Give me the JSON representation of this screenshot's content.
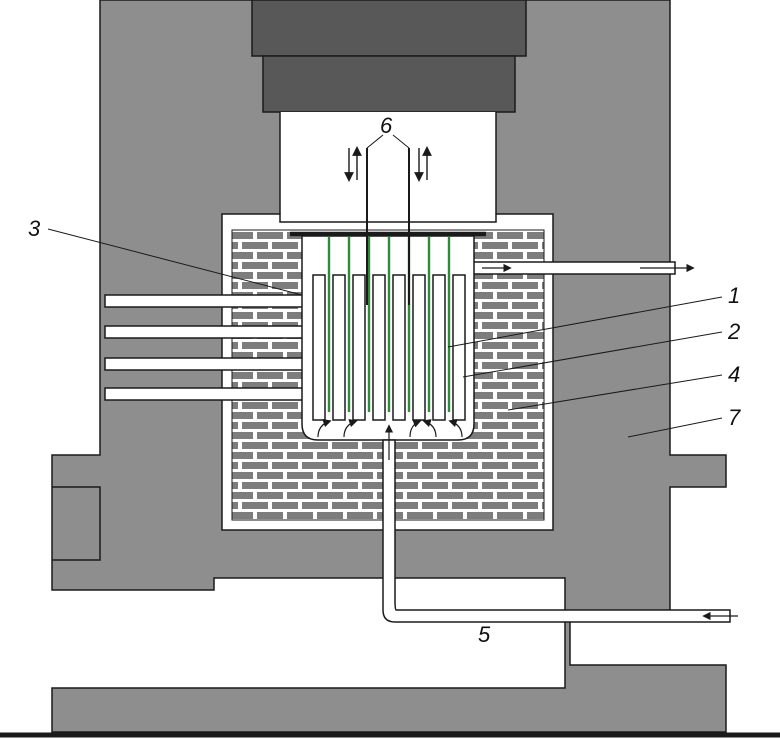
{
  "diagram": {
    "labels": {
      "fuel_element": "1",
      "moderator_channel": "2",
      "reactor_vessel_wall": "3",
      "graphite_reflector": "4",
      "coolant_inlet": "5",
      "control_rods": "6",
      "concrete_shield": "7"
    },
    "colors": {
      "concrete": "#8e8e8e",
      "dark_block": "#585858",
      "fuel_rod": "#2e8b3a",
      "brick_fill": "#7d7d7d",
      "line": "#1a1a1a",
      "white": "#ffffff"
    },
    "fuel_element_count": 7,
    "channel_count": 8,
    "control_rod_count": 2
  }
}
